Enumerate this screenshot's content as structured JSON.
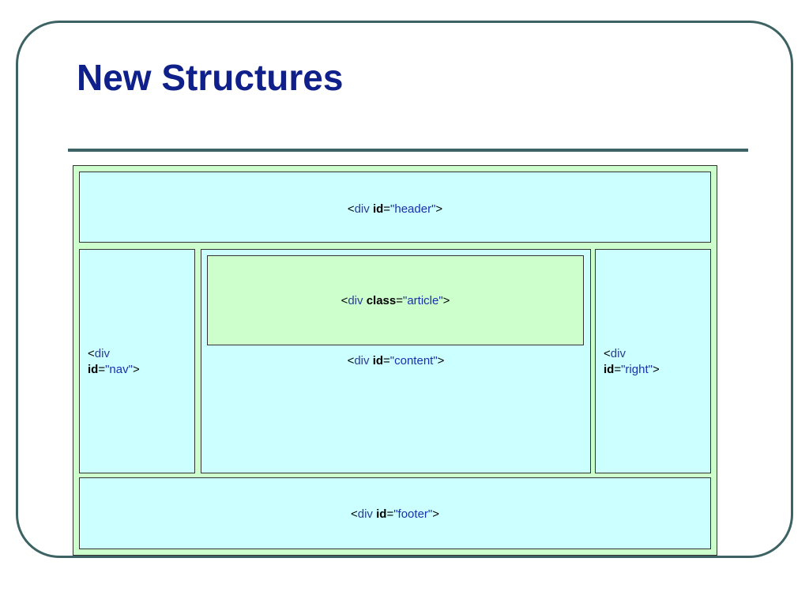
{
  "slide": {
    "title": "New Structures"
  },
  "colors": {
    "title": "#10208a",
    "frame_border": "#3d6263",
    "div_fill": "#ccffff",
    "article_fill": "#ccffcc",
    "outer_fill": "#ccffcc",
    "attr_value": "#1a2fb0"
  },
  "diagram": {
    "header": {
      "open": "<",
      "tag": "div",
      "attr": "id",
      "eq": "=",
      "value": "\"header\"",
      "close": ">"
    },
    "nav": {
      "open": "<",
      "tag": "div",
      "attr": "id",
      "eq": "=",
      "value": "\"nav\"",
      "close": ">"
    },
    "content": {
      "open": "<",
      "tag": "div",
      "attr": "id",
      "eq": "=",
      "value": "\"content\"",
      "close": ">"
    },
    "article": {
      "open": "<",
      "tag": "div",
      "attr": "class",
      "eq": "=",
      "value": "\"article\"",
      "close": ">"
    },
    "right": {
      "open": "<",
      "tag": "div",
      "attr": "id",
      "eq": "=",
      "value": "\"right\"",
      "close": ">"
    },
    "footer": {
      "open": "<",
      "tag": "div",
      "attr": "id",
      "eq": "=",
      "value": "\"footer\"",
      "close": ">"
    }
  }
}
